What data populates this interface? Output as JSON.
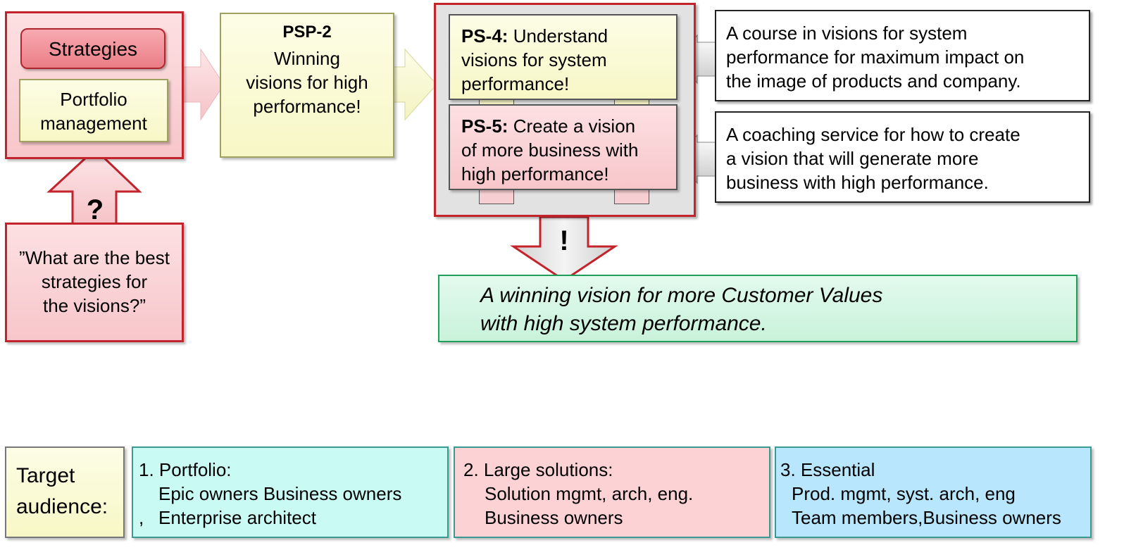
{
  "left": {
    "strategies_label": "Strategies",
    "portfolio_label_line1": "Portfolio",
    "portfolio_label_line2": "management",
    "question_mark": "?",
    "question_line1": "”What are the best",
    "question_line2": "strategies for",
    "question_line3": "the visions?”"
  },
  "psp": {
    "id": "PSP-2",
    "line1": "Winning",
    "line2": "visions for high",
    "line3": "performance!"
  },
  "ps4": {
    "id": "PS-4:",
    "line1_rest": " Understand",
    "line2": "visions for system",
    "line3": "performance!"
  },
  "ps5": {
    "id": "PS-5:",
    "line1_rest": " Create a vision",
    "line2": "of more business with",
    "line3": "high performance!"
  },
  "course": {
    "line1": "A course in visions for system",
    "line2": "performance for maximum impact on",
    "line3": "the image of products and company."
  },
  "coaching": {
    "line1": "A coaching service for how to create",
    "line2": "a vision that will generate more",
    "line3": "business with high performance."
  },
  "exclamation": "!",
  "result": {
    "line1": "A winning vision for more Customer Values",
    "line2": "with high system performance."
  },
  "audience": {
    "label_line1": "Target",
    "label_line2": "audience:",
    "portfolio": {
      "line1": "1. Portfolio:",
      "line2": "Epic owners Business owners",
      "line3_comma": ",",
      "line3": "Enterprise architect"
    },
    "large": {
      "line1": "2. Large solutions:",
      "line2": "Solution mgmt, arch, eng.",
      "line3": "Business owners"
    },
    "essential": {
      "line1": "3. Essential",
      "line2": "Prod. mgmt, syst. arch, eng",
      "line3": "Team members,Business owners"
    }
  },
  "colors": {
    "accent_red": "#c3232b",
    "pink_fill": "#f9ccd0",
    "yellow_fill": "#fafad0",
    "green_fill": "#d6f7e4",
    "cyan_fill": "#c9fbf4",
    "pink_audience": "#fdd2d4",
    "blue_audience": "#b8e6fd"
  }
}
